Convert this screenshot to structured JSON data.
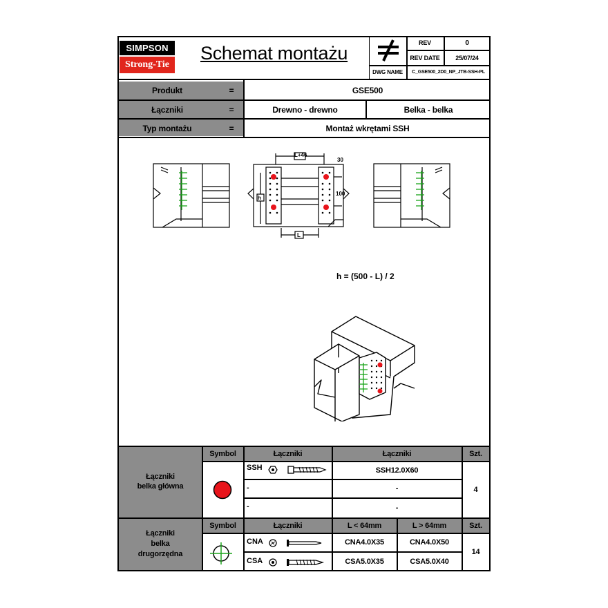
{
  "header": {
    "logo_top": "SIMPSON",
    "logo_bottom": "Strong-Tie",
    "title": "Schemat montażu",
    "rev_label": "REV",
    "rev_value": "0",
    "rev_date_label": "REV DATE",
    "rev_date_value": "25/07/24",
    "dwg_name_label": "DWG NAME",
    "dwg_name_value": "C_GSE500_2D0_NP_JTB-SSH-PL"
  },
  "info": {
    "product_label": "Produkt",
    "product_value": "GSE500",
    "fasteners_label": "Łączniki",
    "fasteners_value_1": "Drewno - drewno",
    "fasteners_value_2": "Belka - belka",
    "mount_label": "Typ montażu",
    "mount_value": "Montaż wkrętami SSH",
    "equals": "="
  },
  "drawing": {
    "dim_top": "L+46",
    "dim_30": "30",
    "dim_100": "100",
    "dim_h": "h",
    "dim_L": "L",
    "formula": "h = (500 - L) / 2",
    "colors": {
      "main_fastener": "#e8141b",
      "secondary_fastener": "#1aa31a"
    }
  },
  "table1": {
    "section_label_1": "Łączniki",
    "section_label_2": "belka główna",
    "col_symbol": "Symbol",
    "col_fasteners": "Łączniki",
    "col_fasteners_2": "Łączniki",
    "col_qty": "Szt.",
    "row1_name": "SSH",
    "row1_value": "SSH12.0X60",
    "row2_name": "-",
    "row2_value": "-",
    "row3_name": "-",
    "row3_value": "-",
    "qty": "4",
    "symbol_icon": "red-circle-icon"
  },
  "table2": {
    "section_label_1": "Łączniki",
    "section_label_2": "belka",
    "section_label_3": "drugorzędna",
    "col_symbol": "Symbol",
    "col_fasteners": "Łączniki",
    "col_short": "L < 64mm",
    "col_long": "L > 64mm",
    "col_qty": "Szt.",
    "row1_name": "CNA",
    "row1_short": "CNA4.0X35",
    "row1_long": "CNA4.0X50",
    "row2_name": "CSA",
    "row2_short": "CSA5.0X35",
    "row2_long": "CSA5.0X40",
    "qty": "14",
    "symbol_icon": "green-crosshair-icon"
  }
}
